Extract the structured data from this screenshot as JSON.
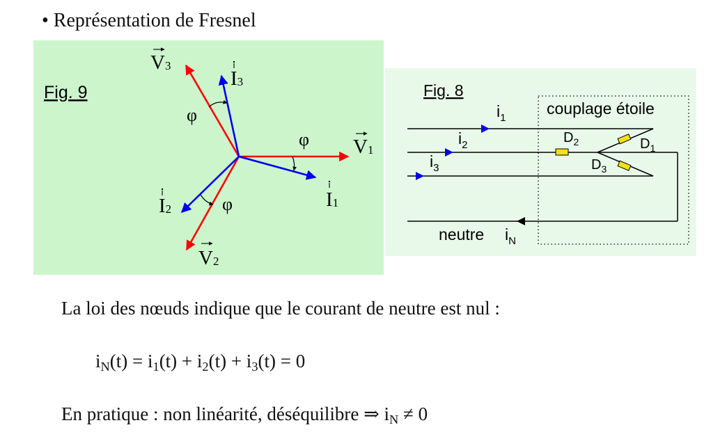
{
  "title": "• Représentation de Fresnel",
  "colors": {
    "panel_bg": "#ccf5cc",
    "voltage": "#ff0000",
    "current": "#0000ee",
    "diode": "#f4e017"
  },
  "fig9": {
    "label": "Fig. 9",
    "vectors": {
      "V1": {
        "letter": "V",
        "index": "1"
      },
      "V2": {
        "letter": "V",
        "index": "2"
      },
      "V3": {
        "letter": "V",
        "index": "3"
      },
      "I1": {
        "letter": "I",
        "index": "1"
      },
      "I2": {
        "letter": "I",
        "index": "2"
      },
      "I3": {
        "letter": "I",
        "index": "3"
      }
    },
    "phi": "φ"
  },
  "fig8": {
    "label": "Fig. 8",
    "box_label": "couplage étoile",
    "neutral_label": "neutre",
    "i": "i",
    "i_sub": [
      "1",
      "2",
      "3"
    ],
    "iN_sub": "N",
    "D": "D",
    "D_sub": [
      "1",
      "2",
      "3"
    ]
  },
  "text": {
    "line1": "La loi des nœuds indique que le courant de neutre est nul :",
    "eq": {
      "iN": "i",
      "iN_sub": "N",
      "p0": "(t) = i",
      "s1": "1",
      "p1": "(t) + i",
      "s2": "2",
      "p2": "(t) + i",
      "s3": "3",
      "p3": "(t) = 0"
    },
    "line3": {
      "prefix": "En pratique : non linéarité, déséquilibre ⇒ i",
      "sub": "N",
      "suffix": " ≠ 0"
    }
  }
}
